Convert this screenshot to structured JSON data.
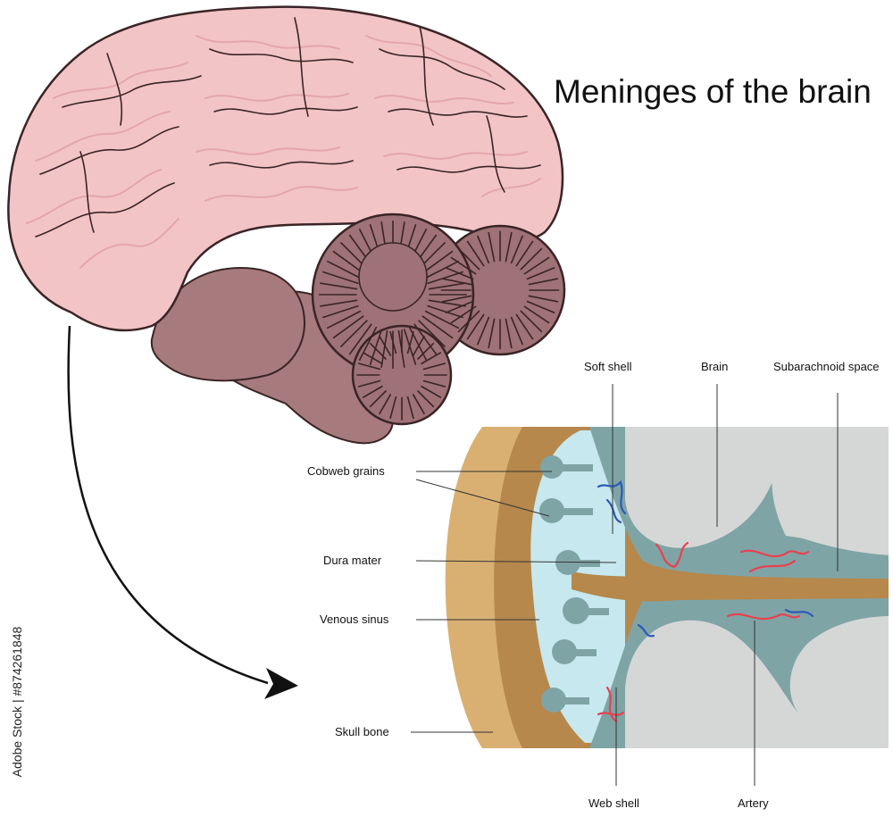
{
  "title": "Meninges of the brain",
  "labels": {
    "soft_shell": "Soft shell",
    "brain": "Brain",
    "subarachnoid_space": "Subarachnoid space",
    "cobweb_grains": "Cobweb grains",
    "dura_mater": "Dura mater",
    "venous_sinus": "Venous sinus",
    "skull_bone": "Skull bone",
    "web_shell": "Web shell",
    "artery": "Artery"
  },
  "side_text": "Adobe Stock | #874261848",
  "colors": {
    "cerebrum": "#f2c4c6",
    "cerebrum_sulcus": "#e3a7ab",
    "brainstem": "#a77a7d",
    "cerebellum": "#9e7276",
    "skull": "#d9b072",
    "dura": "#b6884c",
    "sinus": "#c6e8ee",
    "arachnoid": "#7fa4a6",
    "brain_tissue": "#d5d7d7",
    "artery": "#e8414f",
    "vein": "#2e59b8"
  }
}
